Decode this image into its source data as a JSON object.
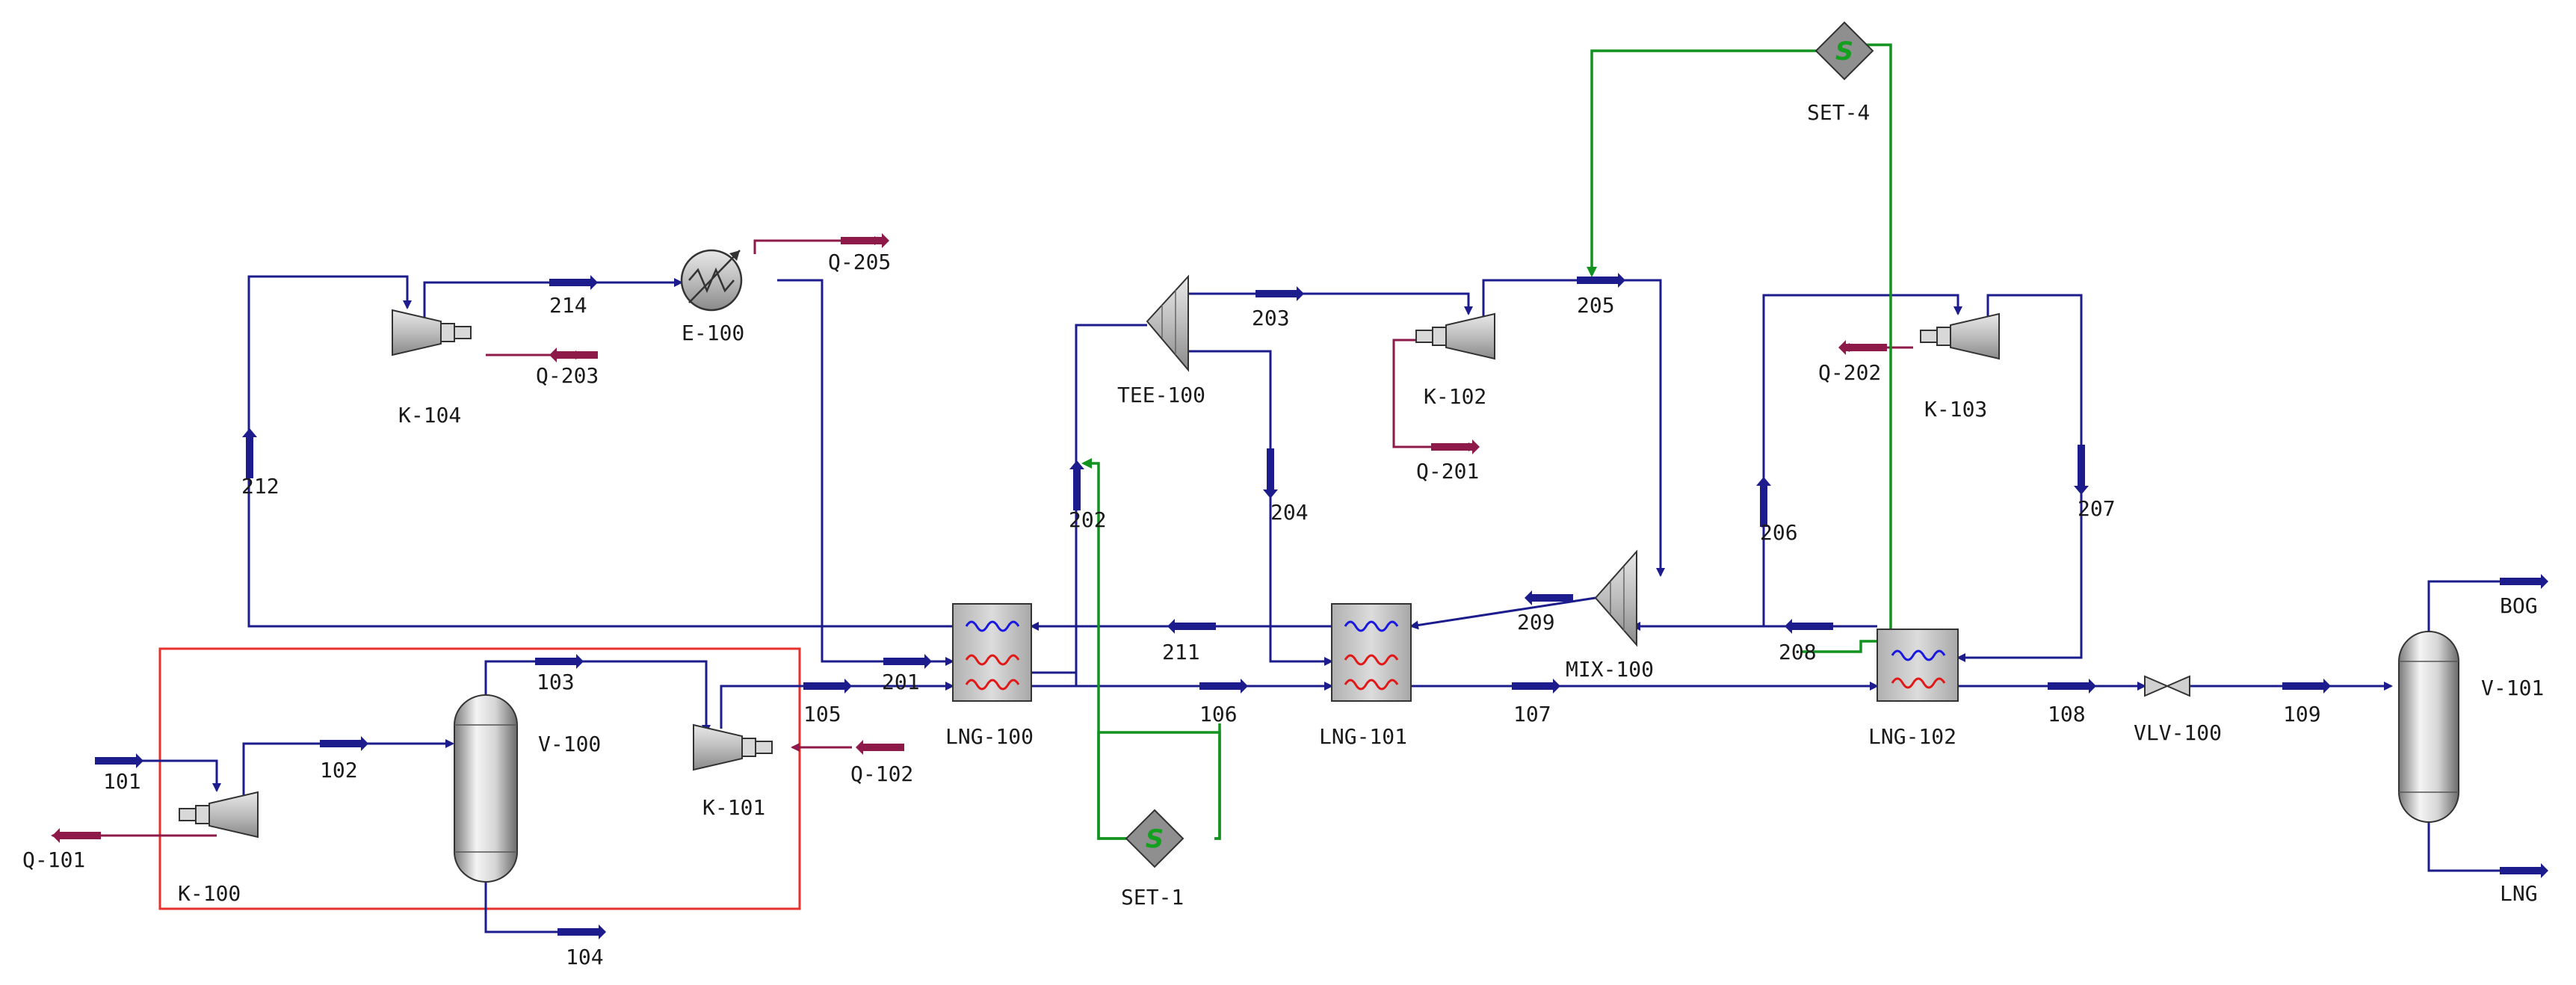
{
  "diagram": {
    "title": "",
    "colors": {
      "material_stream": "#1c1c8c",
      "energy_stream": "#8e1a4a",
      "logic_signal": "#12921e",
      "highlight_box": "#e8302c",
      "equipment_fill": "#c8c8c8",
      "hot_coil": "#e01818",
      "cold_coil": "#1818e0"
    },
    "units": [
      {
        "id": "K-100",
        "type": "compressor"
      },
      {
        "id": "V-100",
        "type": "separator"
      },
      {
        "id": "K-101",
        "type": "compressor"
      },
      {
        "id": "LNG-100",
        "type": "heat-exchanger"
      },
      {
        "id": "LNG-101",
        "type": "heat-exchanger"
      },
      {
        "id": "LNG-102",
        "type": "heat-exchanger"
      },
      {
        "id": "VLV-100",
        "type": "valve"
      },
      {
        "id": "V-101",
        "type": "separator"
      },
      {
        "id": "K-104",
        "type": "compressor"
      },
      {
        "id": "E-100",
        "type": "cooler"
      },
      {
        "id": "TEE-100",
        "type": "tee"
      },
      {
        "id": "K-102",
        "type": "compressor"
      },
      {
        "id": "K-103",
        "type": "compressor"
      },
      {
        "id": "MIX-100",
        "type": "mixer"
      },
      {
        "id": "SET-1",
        "type": "set"
      },
      {
        "id": "SET-4",
        "type": "set"
      }
    ],
    "material_streams": [
      "101",
      "102",
      "103",
      "104",
      "105",
      "106",
      "107",
      "108",
      "109",
      "BOG",
      "LNG",
      "201",
      "202",
      "203",
      "204",
      "205",
      "206",
      "207",
      "208",
      "209",
      "211",
      "212",
      "214"
    ],
    "energy_streams": [
      "Q-101",
      "Q-102",
      "Q-201",
      "Q-202",
      "Q-203",
      "Q-205"
    ]
  }
}
